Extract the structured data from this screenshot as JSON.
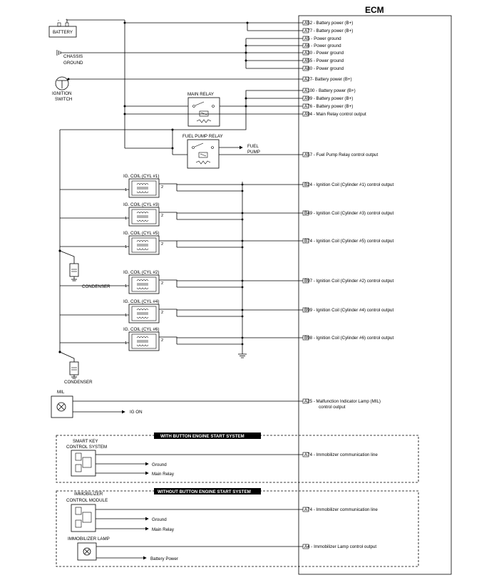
{
  "ecm": {
    "title": "ECM"
  },
  "components": {
    "battery": "BATTERY",
    "battery_minus": "-",
    "battery_plus": "+",
    "chassis_ground_1": "CHASSIS",
    "chassis_ground_2": "GROUND",
    "ignition_switch_1": "IGNITION",
    "ignition_switch_2": "SWITCH",
    "main_relay": "MAIN RELAY",
    "fuel_pump_relay": "FUEL PUMP RELAY",
    "fuel_pump_1": "FUEL",
    "fuel_pump_2": "PUMP",
    "condenser_a": "CONDENSER",
    "condenser_b": "CONDENSER",
    "mil": "MIL",
    "ig_on": "IG ON",
    "pin_1": "1",
    "pin_2": "2"
  },
  "coils": [
    {
      "label": "IG. COIL (CYL #1)"
    },
    {
      "label": "IG. COIL (CYL #3)"
    },
    {
      "label": "IG. COIL (CYL #5)"
    },
    {
      "label": "IG. COIL (CYL #2)"
    },
    {
      "label": "IG. COIL (CYL #4)"
    },
    {
      "label": "IG. COIL (CYL #6)"
    }
  ],
  "pins": [
    {
      "label": "A52 - Battery power (B+)"
    },
    {
      "label": "A77 - Battery power (B+)"
    },
    {
      "label": "A5 - Power ground"
    },
    {
      "label": "A6 - Power ground"
    },
    {
      "label": "A30 - Power ground"
    },
    {
      "label": "A55 - Power ground"
    },
    {
      "label": "A80 - Power ground"
    },
    {
      "label": "A27- Battery power (B+)"
    },
    {
      "label": "A100 - Battery power (B+)"
    },
    {
      "label": "A99 - Battery power (B+)"
    },
    {
      "label": "A76 - Battery power (B+)"
    },
    {
      "label": "A94 - Main Relay control output"
    },
    {
      "label": "A57 - Fuel Pump Relay control output"
    },
    {
      "label": "B24 - Ignition Coil (Cylinder #1) control output"
    },
    {
      "label": "B49 - Ignition Coil (Cylinder #3) control output"
    },
    {
      "label": "B74 - Ignition Coil (Cylinder #5) control output"
    },
    {
      "label": "B97 - Ignition Coil (Cylinder #2) control output"
    },
    {
      "label": "B99 - Ignition Coil (Cylinder #4) control output"
    },
    {
      "label": "B98 - Ignition Coil (Cylinder #6) control output"
    },
    {
      "label": "A25 - Malfunction Indicator Lamp (MIL)"
    },
    {
      "label": "A74 - Immobilizer communication line"
    },
    {
      "label": "A74 - Immobilizer communication line"
    },
    {
      "label": "A4 - Immobilizer Lamp control output"
    }
  ],
  "mil_line2": "control output",
  "sections": {
    "with_button": {
      "title": "WITH BUTTON ENGINE START SYSTEM",
      "module_1": "SMART KEY",
      "module_2": "CONTROL SYSTEM",
      "ground": "Ground",
      "main_relay": "Main Relay"
    },
    "without_button": {
      "title": "WITHOUT BUTTON ENGINE START SYSTEM",
      "module_1": "IMMOBILIZER",
      "module_2": "CONTROL MODULE",
      "ground": "Ground",
      "main_relay": "Main Relay",
      "lamp": "IMMOBILIZER LAMP",
      "battery_power": "Battery Power"
    }
  }
}
